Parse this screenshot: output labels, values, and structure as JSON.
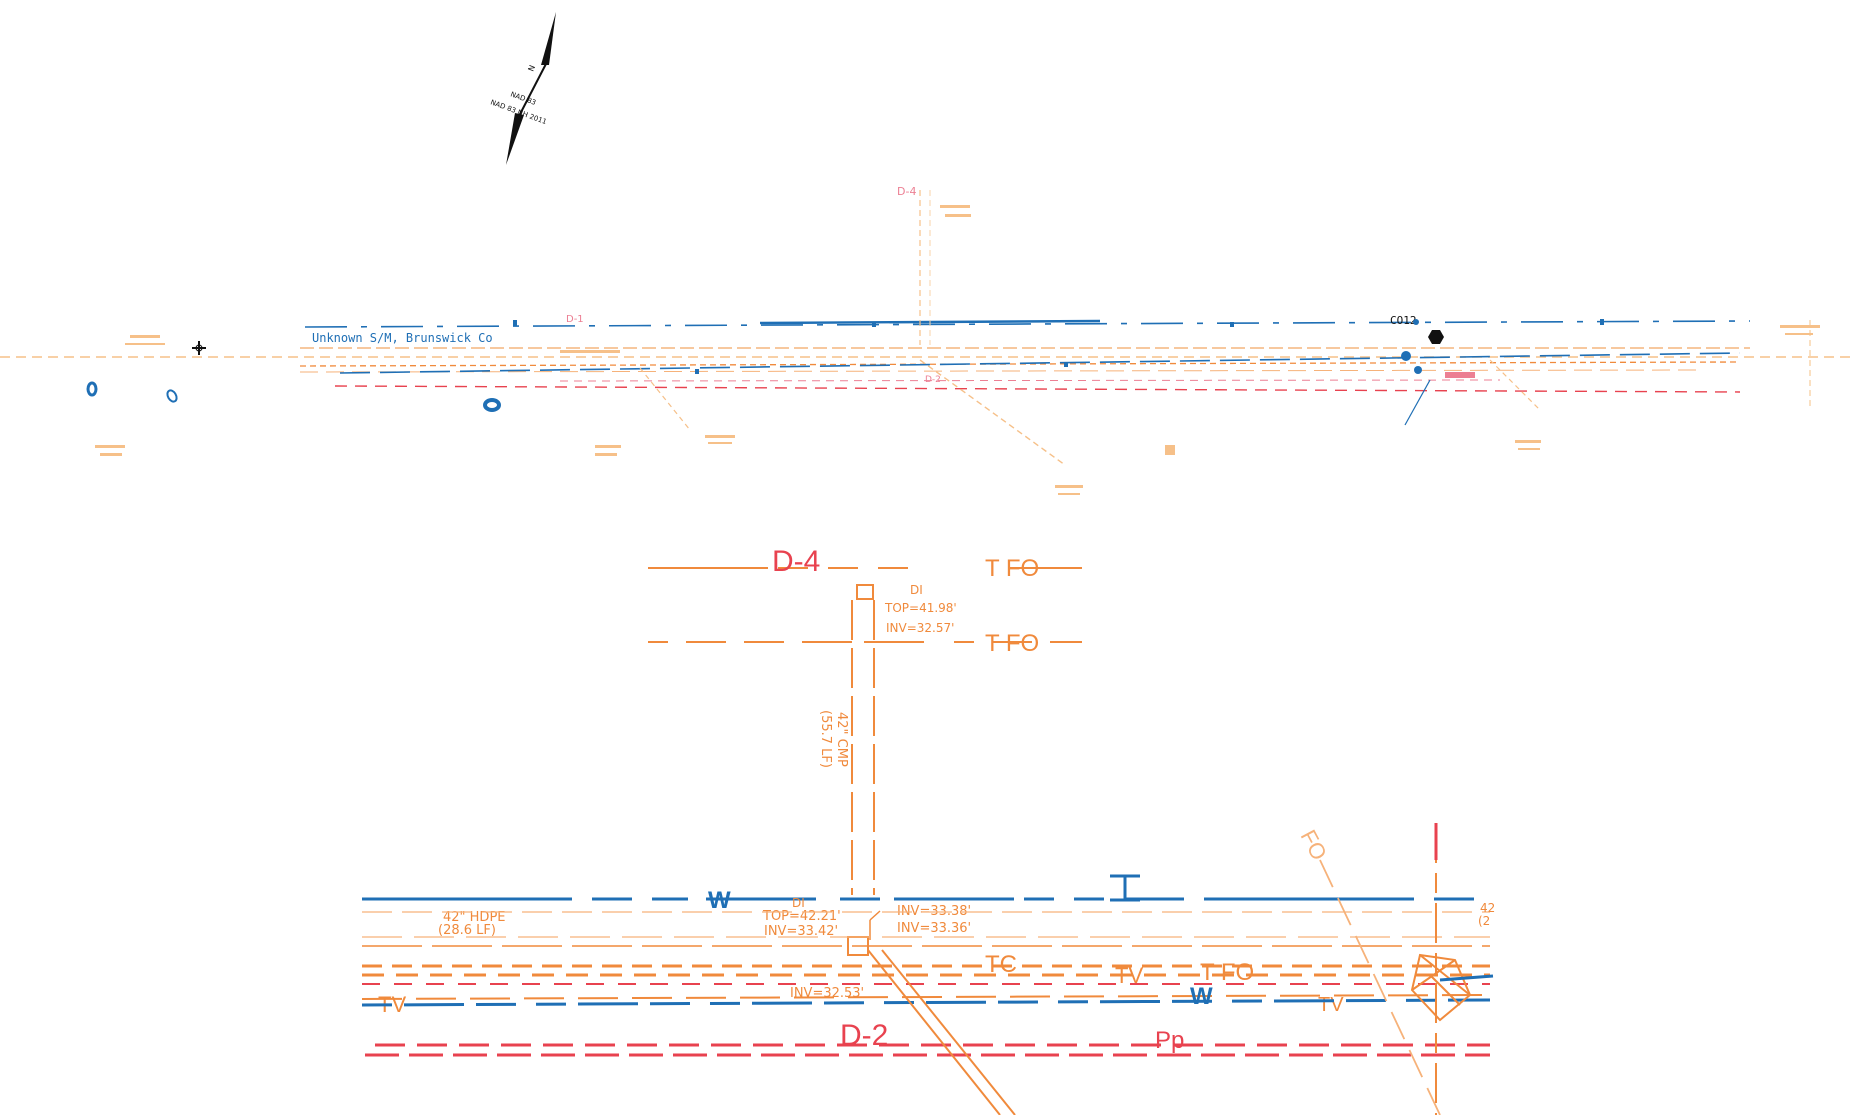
{
  "north_arrow": {
    "text_1": "N",
    "text_2": "NAD 83",
    "text_3": "NAD 83 NH 2011"
  },
  "overview": {
    "label_d4": "D-4",
    "label_d1": "D-1",
    "label_d2": "D-2",
    "label_co12": "CO12",
    "label_unknown": "Unknown S/M, Brunswick Co"
  },
  "detail": {
    "label_d4": "D-4",
    "label_tfo_1": "T  FO",
    "label_tfo_2": "T  FO",
    "di_top_name": "DI",
    "di_top_top": "TOP=41.98'",
    "di_top_inv": "INV=32.57'",
    "cmp_label": "42\" CMP",
    "cmp_len": "(55.7 LF)",
    "label_w_1": "W",
    "label_w_2": "W",
    "di_bot_name": "DI",
    "di_bot_top": "TOP=42.21'",
    "di_bot_inv": "INV=33.42'",
    "inv_a": "INV=33.38'",
    "inv_b": "INV=33.36'",
    "hdpe_label": "42\" HDPE",
    "hdpe_len": "(28.6 LF)",
    "label_tc": "TC",
    "label_tv_1": "TV",
    "label_t_fo": "T FO",
    "label_tv_2": "TV",
    "label_tv_3": "TV",
    "inv_c": "INV=32.53'",
    "label_d2": "D-2",
    "label_pp": "Pp",
    "label_fo": "FO",
    "label_42": "42",
    "label_21": "(2"
  },
  "colors": {
    "water": "#1f6fb5",
    "fiber": "#f08a3c",
    "drain": "#e8424f",
    "ink": "#111111"
  }
}
